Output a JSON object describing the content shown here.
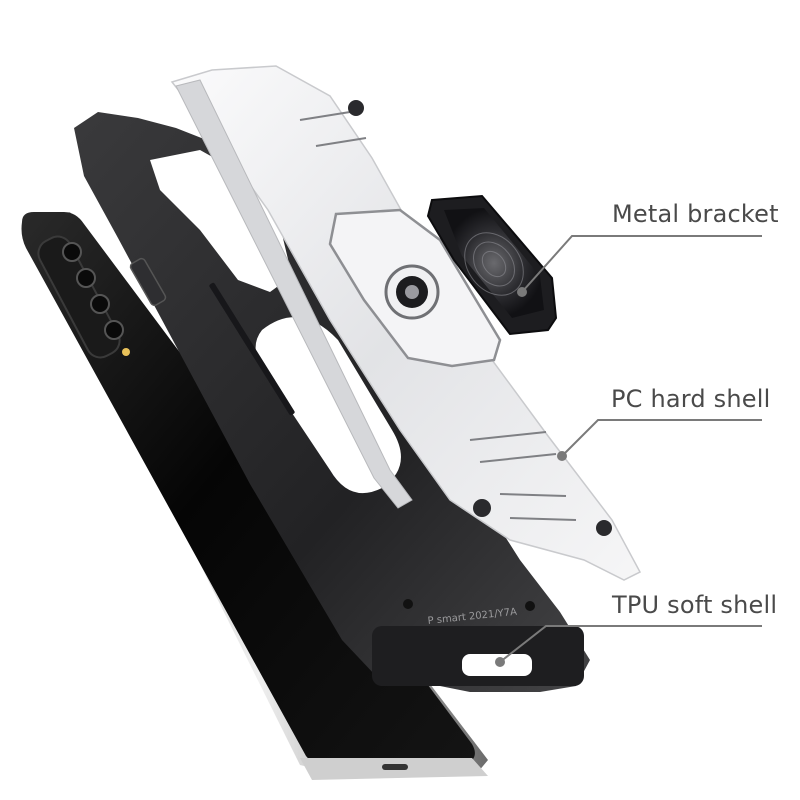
{
  "callouts": {
    "metal_bracket": "Metal bracket",
    "pc_hard_shell": "PC hard shell",
    "tpu_soft_shell": "TPU soft shell"
  },
  "case_engraving": "P smart 2021/Y7A",
  "colors": {
    "background": "#ffffff",
    "phone_body": "#0b0b0b",
    "tpu_shell": "#2b2b2d",
    "pc_shell": "#e9eaec",
    "bracket": "#1f1f22",
    "callout_line": "#7a7a7a",
    "callout_text": "#4a4a4a"
  }
}
